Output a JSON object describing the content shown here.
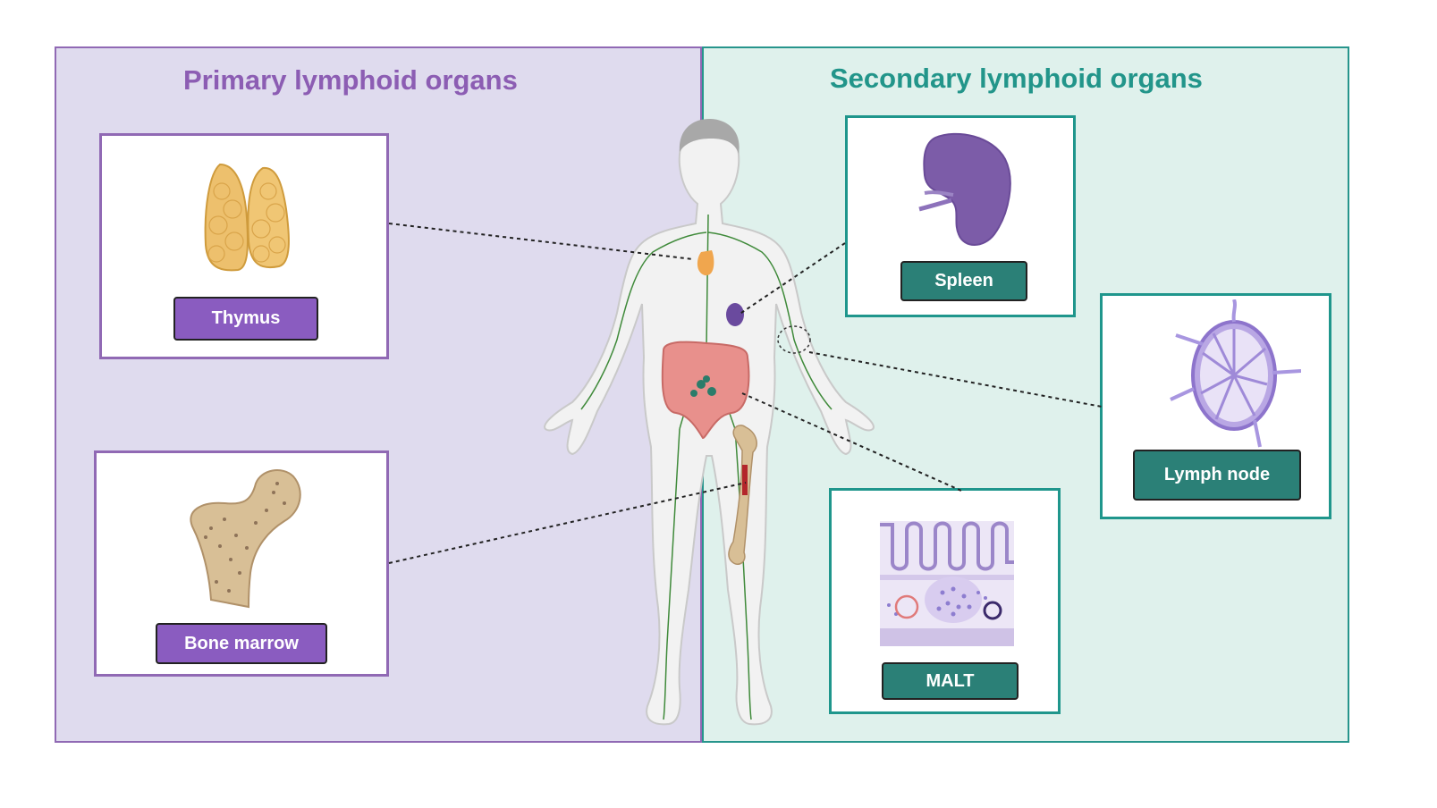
{
  "primary": {
    "title": "Primary lymphoid organs",
    "color": "#8c5db3"
  },
  "secondary": {
    "title": "Secondary lymphoid organs",
    "color": "#22958a"
  },
  "organs": {
    "thymus": {
      "label": "Thymus",
      "icon": "thymus-icon"
    },
    "bone_marrow": {
      "label": "Bone marrow",
      "icon": "femur-bone-icon"
    },
    "spleen": {
      "label": "Spleen",
      "icon": "spleen-icon"
    },
    "lymph_node": {
      "label": "Lymph node",
      "icon": "lymph-node-icon"
    },
    "malt": {
      "label": "MALT",
      "icon": "malt-tissue-icon"
    }
  },
  "body_figure": {
    "icon": "human-body-lymphatic-system-icon"
  }
}
